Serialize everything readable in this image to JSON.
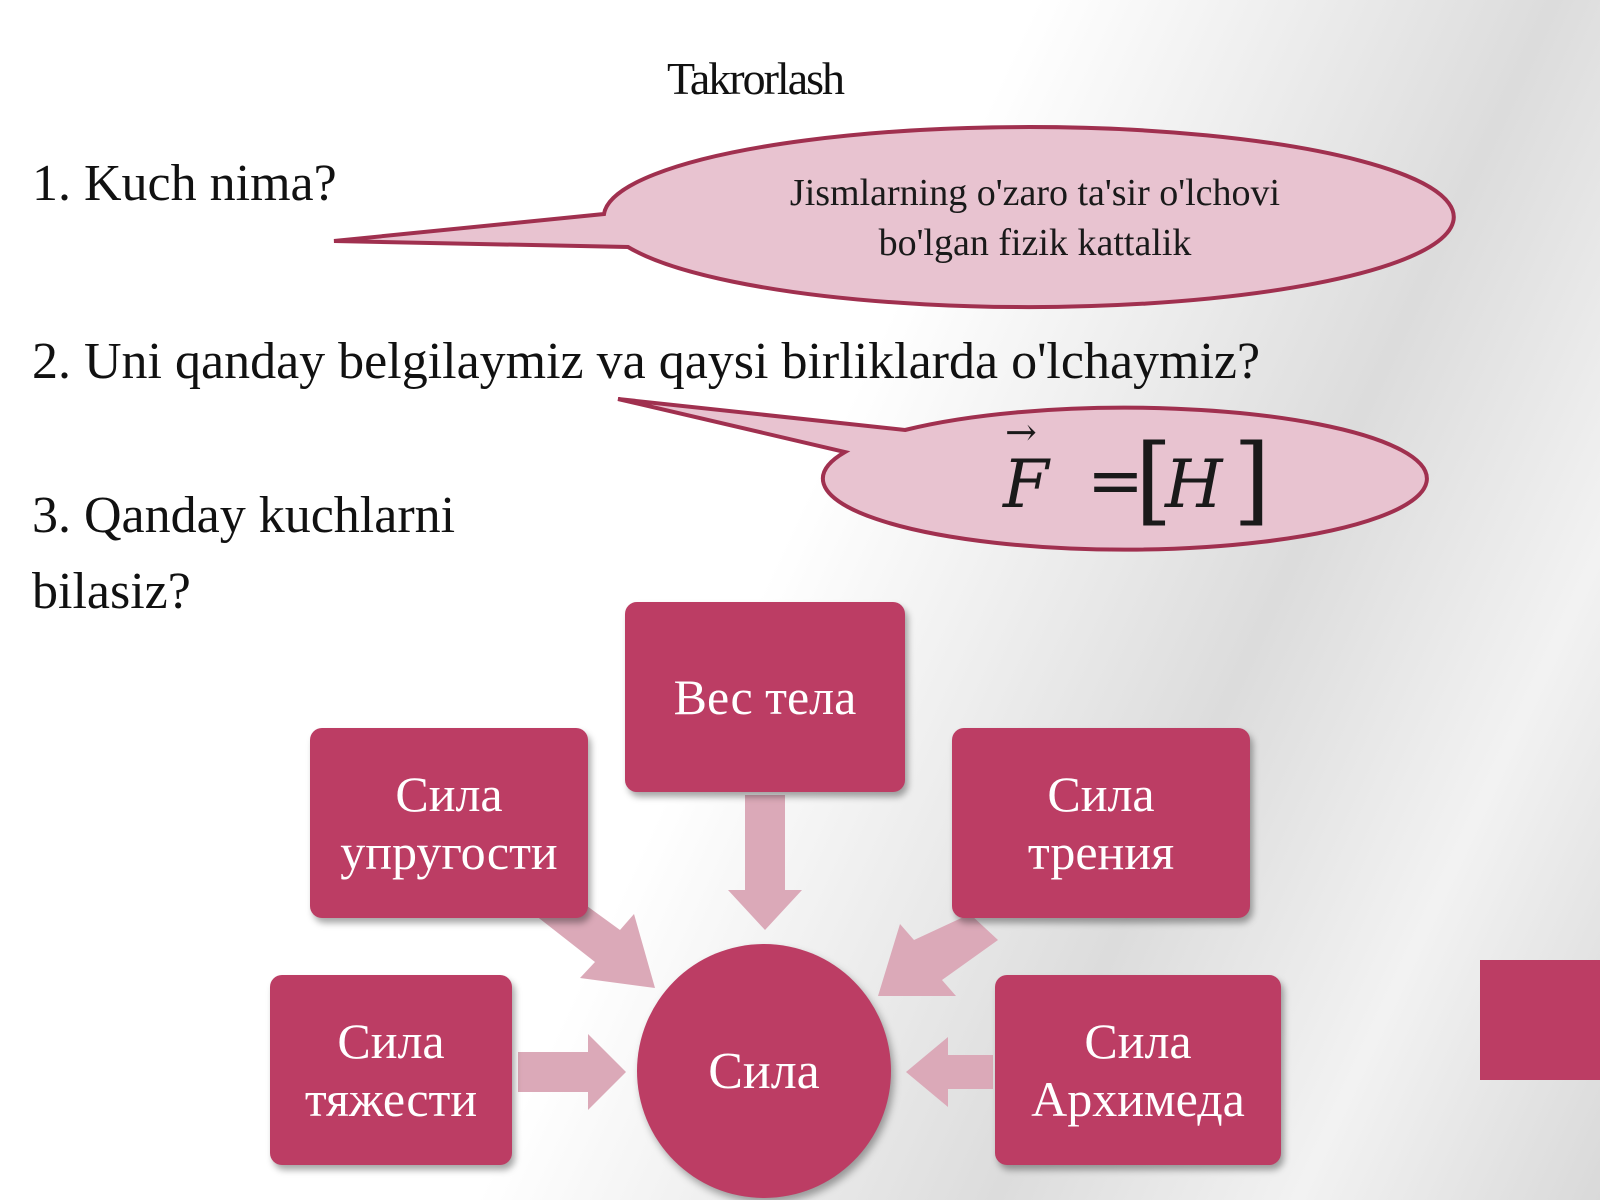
{
  "slide": {
    "title": "Takrorlash",
    "questions": [
      "1. Kuch nima?",
      "2. Uni qanday belgilaymiz va qaysi birliklarda o'lchaymiz?",
      "3. Qanday kuchlarni bilasiz?"
    ],
    "answer_bubble": {
      "line1": "Jismlarning o'zaro ta'sir o'lchovi",
      "line2": "bo'lgan fizik kattalik"
    },
    "formula": {
      "vector_arrow": "→",
      "symbol": "F",
      "equals": "=",
      "left_bracket": "[",
      "unit": "H",
      "right_bracket": "]"
    }
  },
  "diagram": {
    "center": "Сила",
    "nodes": [
      {
        "id": "weight",
        "line1": "Вес тела",
        "line2": ""
      },
      {
        "id": "elastic",
        "line1": "Сила",
        "line2": "упругости"
      },
      {
        "id": "friction",
        "line1": "Сила",
        "line2": "трения"
      },
      {
        "id": "gravity",
        "line1": "Сила",
        "line2": "тяжести"
      },
      {
        "id": "archimedes",
        "line1": "Сила",
        "line2": "Архимеда"
      }
    ]
  },
  "colors": {
    "accent": "#bc3d64",
    "bubble_fill": "#e8c3d0",
    "bubble_stroke": "#a0304f",
    "arrow_fill": "#dba9b8"
  }
}
